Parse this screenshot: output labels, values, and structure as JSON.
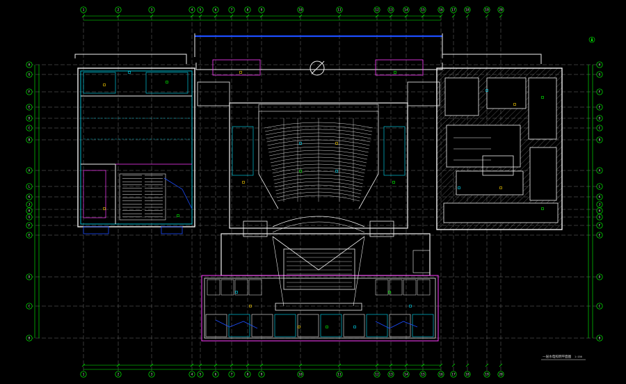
{
  "drawing": {
    "title": "一层水电照明平面图",
    "scale": "1:150",
    "background": "#000000",
    "palette": {
      "grid_green": "#00ff00",
      "dim_green": "#11aa11",
      "axis_gray": "#8a8a8a",
      "wall_white": "#f2f2f2",
      "cyan": "#00e5ff",
      "magenta": "#ff3cff",
      "blue": "#1c4dff",
      "yellow": "#ffd400",
      "red": "#ff4040",
      "hatch_gray": "#7a7a7a",
      "text": "#dddddd"
    },
    "top_axes": [
      "1",
      "2",
      "3",
      "4",
      "5",
      "6",
      "7",
      "8",
      "9",
      "10",
      "11",
      "12",
      "13",
      "14",
      "15",
      "16",
      "17",
      "18",
      "19",
      "20"
    ],
    "bottom_axes": [
      "1",
      "2",
      "3",
      "4",
      "5",
      "6",
      "7",
      "8",
      "9",
      "10",
      "11",
      "12",
      "13",
      "14",
      "15",
      "16",
      "17",
      "18",
      "19",
      "20"
    ],
    "left_axes": [
      "H",
      "G",
      "F",
      "E",
      "D",
      "C",
      "B",
      "A",
      "L",
      "K",
      "J",
      "H",
      "G",
      "F",
      "E",
      "D",
      "C",
      "B",
      "A"
    ],
    "right_axes": [
      "H",
      "G",
      "F",
      "E",
      "D",
      "C",
      "B",
      "A",
      "L",
      "K",
      "J",
      "H",
      "G",
      "F",
      "E",
      "D",
      "C",
      "B",
      "A"
    ],
    "north_symbol": "north-arrow-icon"
  }
}
